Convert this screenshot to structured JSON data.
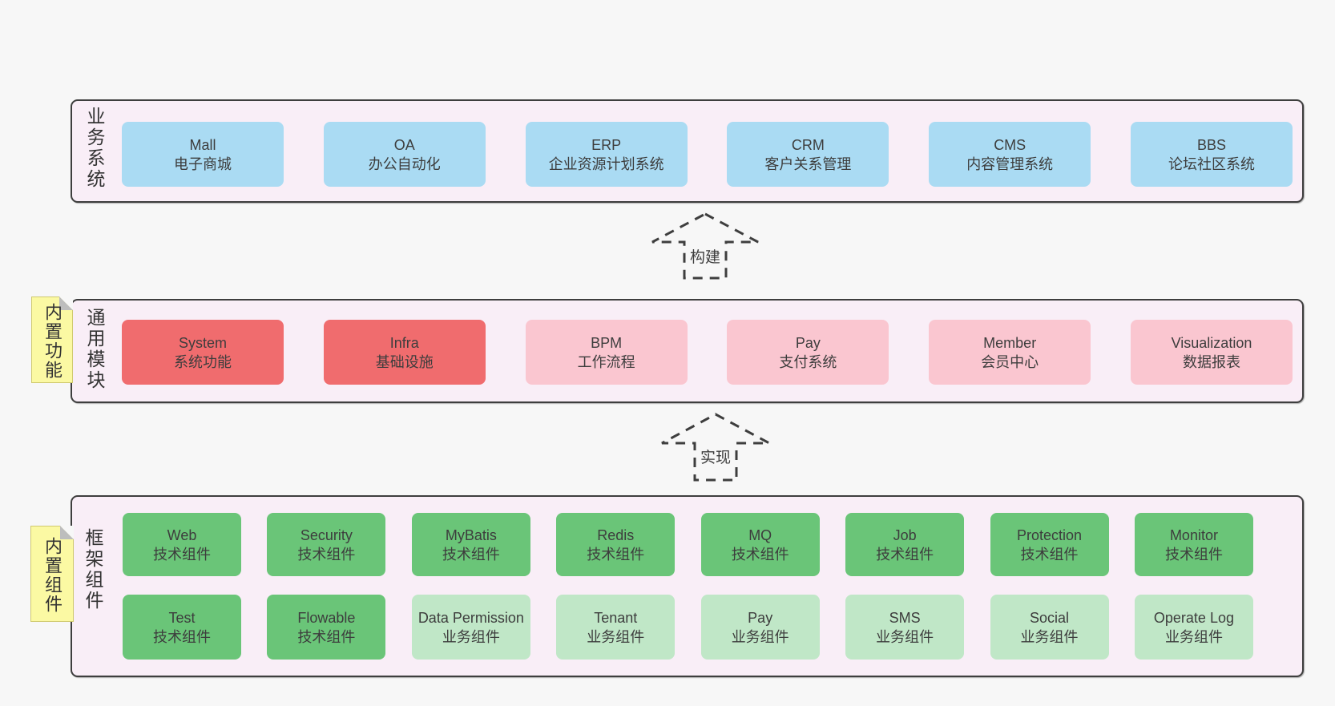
{
  "colors": {
    "page_bg": "#f7f7f7",
    "band_bg": "#f9eef7",
    "band_border": "#3e3e3e",
    "box_blue": "#aadbf3",
    "box_red": "#f06c6e",
    "box_pink": "#fac6d0",
    "box_green_dark": "#6ac578",
    "box_green_light": "#c0e7c7",
    "note_yellow": "#fbf9a3",
    "text": "#3d3d3d"
  },
  "bands": {
    "business": {
      "label": "业务系统",
      "boxes": [
        {
          "en": "Mall",
          "zh": "电子商城",
          "variant": "blue"
        },
        {
          "en": "OA",
          "zh": "办公自动化",
          "variant": "blue"
        },
        {
          "en": "ERP",
          "zh": "企业资源计划系统",
          "variant": "blue"
        },
        {
          "en": "CRM",
          "zh": "客户关系管理",
          "variant": "blue"
        },
        {
          "en": "CMS",
          "zh": "内容管理系统",
          "variant": "blue"
        },
        {
          "en": "BBS",
          "zh": "论坛社区系统",
          "variant": "blue"
        }
      ]
    },
    "modules": {
      "label": "通用模块",
      "note": "内置功能",
      "boxes": [
        {
          "en": "System",
          "zh": "系统功能",
          "variant": "red"
        },
        {
          "en": "Infra",
          "zh": "基础设施",
          "variant": "red"
        },
        {
          "en": "BPM",
          "zh": "工作流程",
          "variant": "pink"
        },
        {
          "en": "Pay",
          "zh": "支付系统",
          "variant": "pink"
        },
        {
          "en": "Member",
          "zh": "会员中心",
          "variant": "pink"
        },
        {
          "en": "Visualization",
          "zh": "数据报表",
          "variant": "pink"
        }
      ]
    },
    "components": {
      "label": "框架组件",
      "note": "内置组件",
      "row1": [
        {
          "en": "Web",
          "zh": "技术组件",
          "variant": "green-dark"
        },
        {
          "en": "Security",
          "zh": "技术组件",
          "variant": "green-dark"
        },
        {
          "en": "MyBatis",
          "zh": "技术组件",
          "variant": "green-dark"
        },
        {
          "en": "Redis",
          "zh": "技术组件",
          "variant": "green-dark"
        },
        {
          "en": "MQ",
          "zh": "技术组件",
          "variant": "green-dark"
        },
        {
          "en": "Job",
          "zh": "技术组件",
          "variant": "green-dark"
        },
        {
          "en": "Protection",
          "zh": "技术组件",
          "variant": "green-dark"
        },
        {
          "en": "Monitor",
          "zh": "技术组件",
          "variant": "green-dark"
        }
      ],
      "row2": [
        {
          "en": "Test",
          "zh": "技术组件",
          "variant": "green-dark"
        },
        {
          "en": "Flowable",
          "zh": "技术组件",
          "variant": "green-dark"
        },
        {
          "en": "Data Permission",
          "zh": "业务组件",
          "variant": "green-light"
        },
        {
          "en": "Tenant",
          "zh": "业务组件",
          "variant": "green-light"
        },
        {
          "en": "Pay",
          "zh": "业务组件",
          "variant": "green-light"
        },
        {
          "en": "SMS",
          "zh": "业务组件",
          "variant": "green-light"
        },
        {
          "en": "Social",
          "zh": "业务组件",
          "variant": "green-light"
        },
        {
          "en": "Operate Log",
          "zh": "业务组件",
          "variant": "green-light"
        }
      ]
    }
  },
  "arrows": [
    {
      "label": "构建"
    },
    {
      "label": "实现"
    }
  ]
}
